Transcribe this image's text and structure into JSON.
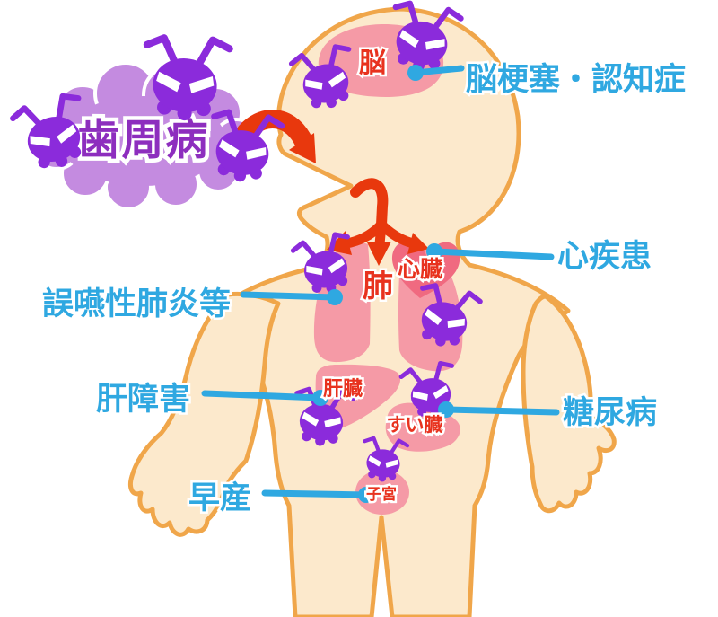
{
  "source": {
    "label": "歯周病",
    "icon": "germ-icon"
  },
  "organs": [
    {
      "id": "brain",
      "label": "脳"
    },
    {
      "id": "lung",
      "label": "肺"
    },
    {
      "id": "heart",
      "label": "心臓"
    },
    {
      "id": "liver",
      "label": "肝臓"
    },
    {
      "id": "pancreas",
      "label": "すい臓"
    },
    {
      "id": "uterus",
      "label": "子宮"
    }
  ],
  "diseases": [
    {
      "id": "brain",
      "label": "脳梗塞・認知症",
      "side": "right"
    },
    {
      "id": "heart",
      "label": "心疾患",
      "side": "right"
    },
    {
      "id": "lung",
      "label": "誤嚥性肺炎等",
      "side": "left"
    },
    {
      "id": "liver",
      "label": "肝障害",
      "side": "left"
    },
    {
      "id": "pancreas",
      "label": "糖尿病",
      "side": "right"
    },
    {
      "id": "uterus",
      "label": "早産",
      "side": "left"
    }
  ],
  "germ_count": 10,
  "colors": {
    "label_blue": "#2FA8E1",
    "organ_text_red": "#E8321E",
    "arrow_red": "#E8380D",
    "skin": "#FCE9CC",
    "body_outline": "#F0A64A",
    "organ_pink": "#F59AA6",
    "heart_pink": "#F06A80",
    "germ_purple": "#8B2BDB",
    "cloud_purple": "#C48BE0",
    "cloud_text_purple": "#8D2EBE"
  }
}
